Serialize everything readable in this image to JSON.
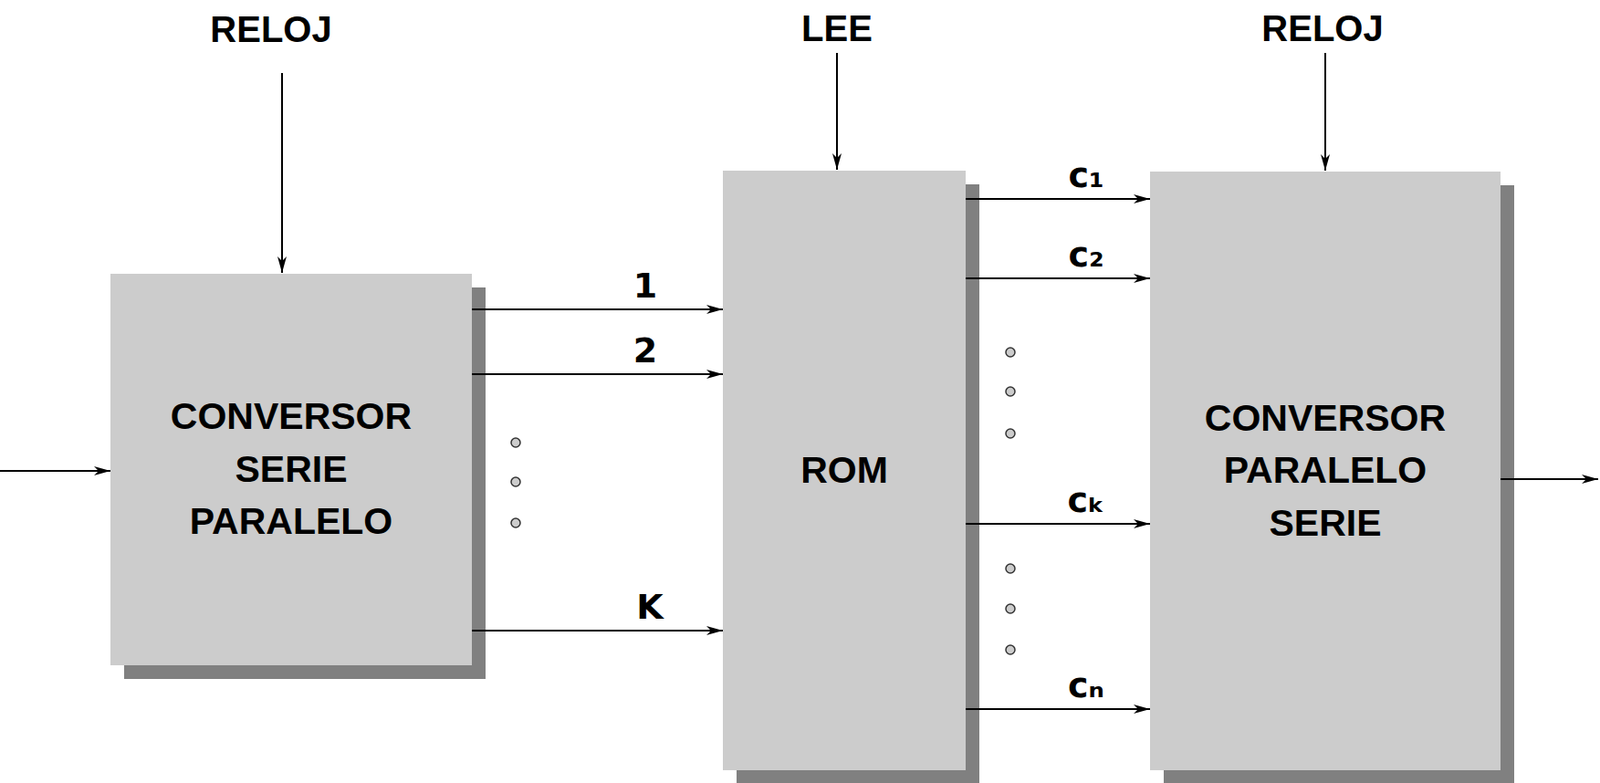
{
  "diagram": {
    "nodes": [
      {
        "text": [
          "CONVERSOR SERIE PARALELO"
        ]
      },
      {
        "text": [
          "ROM"
        ]
      },
      {
        "text": [
          "CONVERSOR PARALELO SERIE"
        ]
      }
    ],
    "edges": [
      {
        "from": 0,
        "to": 1,
        "label": "1",
        "arrow": "to"
      },
      {
        "from": 0,
        "to": 1,
        "label": "2",
        "arrow": "to"
      },
      {
        "from": 0,
        "to": 1,
        "label": "K",
        "arrow": "to"
      },
      {
        "from": 1,
        "to": 2,
        "label": "c₁",
        "arrow": "to"
      },
      {
        "from": 1,
        "to": 2,
        "label": "c₂",
        "arrow": "to"
      },
      {
        "from": 1,
        "to": 2,
        "label": "cₖ",
        "arrow": "to"
      },
      {
        "from": 1,
        "to": 2,
        "label": "cₙ",
        "arrow": "to"
      }
    ],
    "labels": [
      "RELOJ",
      "LEE",
      "RELOJ"
    ]
  }
}
